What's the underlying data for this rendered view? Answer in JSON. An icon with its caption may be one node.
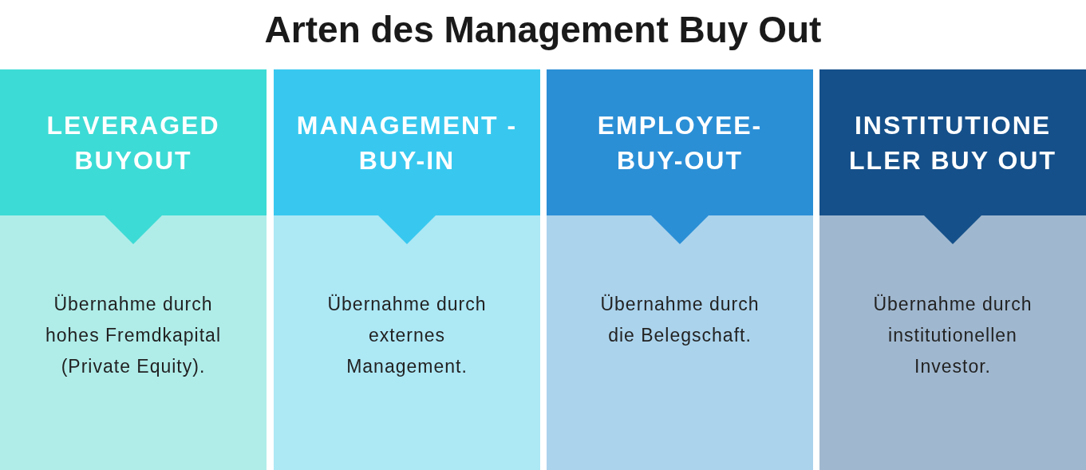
{
  "diagram": {
    "title": "Arten des Management Buy Out",
    "nodes": [
      {
        "text": [
          "LEVERAGED BUYOUT"
        ]
      },
      {
        "text": [
          "Übernahme durch hohes Fremdkapital (Private Equity)."
        ]
      },
      {
        "text": [
          "MANAGEMENT -BUY-IN"
        ]
      },
      {
        "text": [
          "Übernahme durch externes Management."
        ]
      },
      {
        "text": [
          "EMPLOYEE- BUY-OUT"
        ]
      },
      {
        "text": [
          "Übernahme durch die Belegschaft."
        ]
      },
      {
        "text": [
          "INSTITUTIONE LLER BUY OUT"
        ]
      },
      {
        "text": [
          "Übernahme durch institutionellen Investor."
        ]
      }
    ],
    "edges": []
  }
}
